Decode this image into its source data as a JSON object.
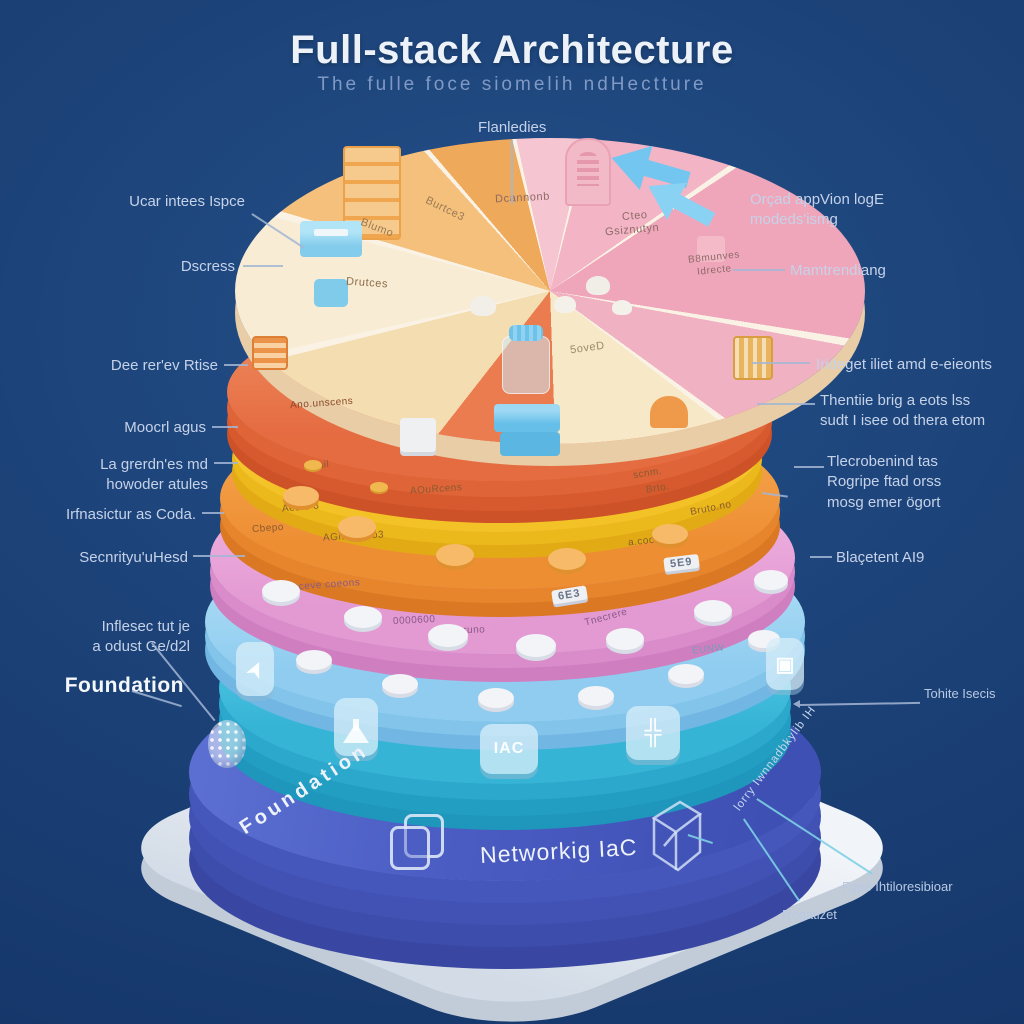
{
  "header": {
    "title": "Full-stack Architecture",
    "subtitle": "The fulle foce siomelih ndHectture"
  },
  "callouts": {
    "top": {
      "label": "Flanledies"
    },
    "left": [
      {
        "label": "Ucar intees Ispce"
      },
      {
        "label": "Dscress"
      },
      {
        "label": "Dee rer'ev Rtise"
      },
      {
        "label": "Moocrl agus"
      },
      {
        "label": "La grerdn'es md",
        "label2": "howoder atules"
      },
      {
        "label": "Irfnasictur as Coda."
      },
      {
        "label": "Secnrityu'uHesd"
      },
      {
        "label": "Inflesec tut je",
        "label2": "a odust Ge/d2l"
      },
      {
        "label": "Foundation"
      }
    ],
    "right": [
      {
        "label": "Orçad appVion logE",
        "label2": "modeds'ismg"
      },
      {
        "label": "Mamtrendiang"
      },
      {
        "label": "Irideget iliet amd e-eieonts"
      },
      {
        "label": "Thentiie brig a eots lss",
        "label2": "sudt I isee od thera etom"
      },
      {
        "label": "Tlecrobenind tas",
        "label2": "Rogripe ftad orss",
        "label3": "mosg emer ögort"
      },
      {
        "label": "Blaçetent AI9"
      },
      {
        "label": "Tohite Isecis"
      }
    ],
    "bottom": [
      {
        "label": "Fgpe Ihtiloresibioar"
      },
      {
        "label": "Rogatizet"
      }
    ]
  },
  "stack": {
    "pie_slices": [
      {
        "text": "Dcannonb"
      },
      {
        "text": "Cteo",
        "text2": "Gsiznutyn"
      },
      {
        "text": "B8munves",
        "text2": "Idrecte"
      },
      {
        "text": "Burtce3"
      },
      {
        "text": "Blumo"
      },
      {
        "text": "Drutces"
      },
      {
        "text": "5oveD"
      }
    ],
    "disc_texts": {
      "salmon": [
        "Ano.unscens"
      ],
      "yellow": [
        "Cail",
        "AOuRcens",
        "scnm.",
        "Brto."
      ],
      "orange": [
        "Aes 3 3",
        "Cbepo",
        "AGnet.6.co3",
        "Bruto.no",
        "a.coocom"
      ],
      "pink": [
        "Kecceve coeons",
        "0000600",
        "Buruno",
        "Tnecrere"
      ],
      "pink_tags": [
        "6E3",
        "5E9"
      ],
      "lightblue": [
        "EUNW"
      ]
    },
    "badges": {
      "iac": "IAC"
    },
    "base": {
      "curved_label": "Foundation",
      "network_label": "Networkig IaC",
      "slanted_label": "lorry Iwnnadbkylib IH"
    }
  },
  "palette": {
    "background": "#1c4278",
    "base_indigo": "#4a5cc2",
    "cyan": "#36b4d6",
    "light_blue": "#8fccf0",
    "pink": "#e399d2",
    "orange": "#ee8e33",
    "yellow": "#f3c227",
    "salmon": "#e56b41",
    "pie_cream": "#f7e8c8",
    "pie_pink": "#f3b5c5",
    "pie_orange": "#f4c07c",
    "platform": "#e3e9f1",
    "label_text": "#c6d2e8",
    "callout_cyan": "#7dd0e4"
  }
}
